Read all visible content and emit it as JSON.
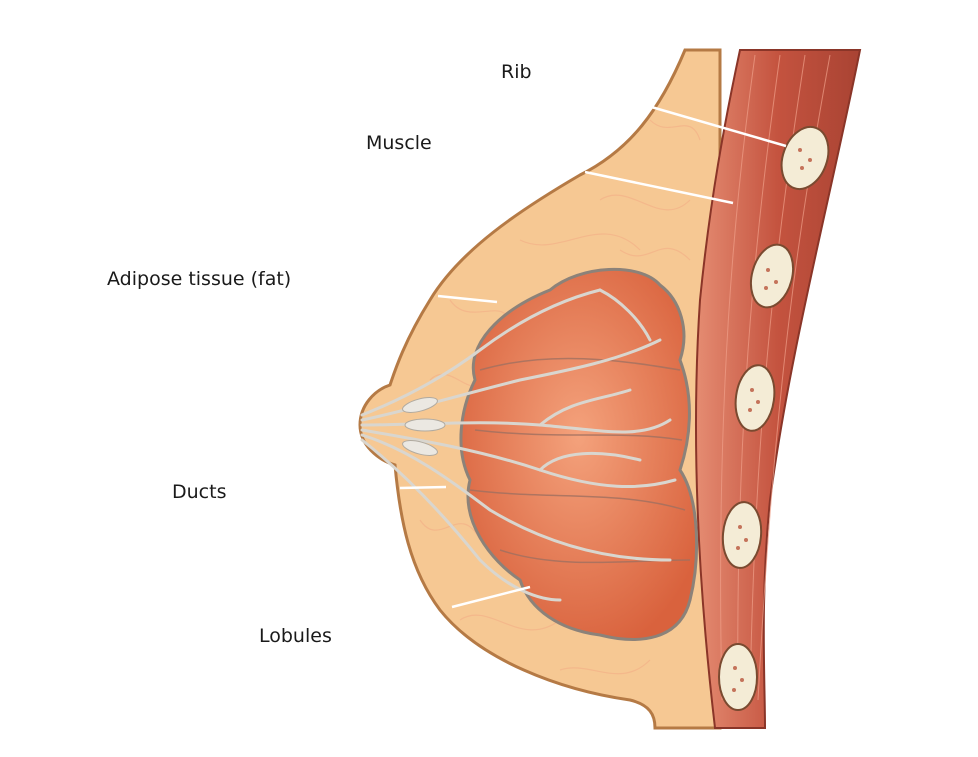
{
  "labels": {
    "rib": "Rib",
    "muscle": "Muscle",
    "adipose": "Adipose tissue (fat)",
    "ducts": "Ducts",
    "lobules": "Lobules"
  },
  "colors": {
    "skin": "#f6c893",
    "skin_outline": "#b57a45",
    "lobule": "#e2764f",
    "lobule_outline": "#8c8279",
    "duct": "#d9d6cf",
    "muscle": "#c65a45",
    "rib": "#f4ecd6",
    "leader": "#ffffff"
  }
}
